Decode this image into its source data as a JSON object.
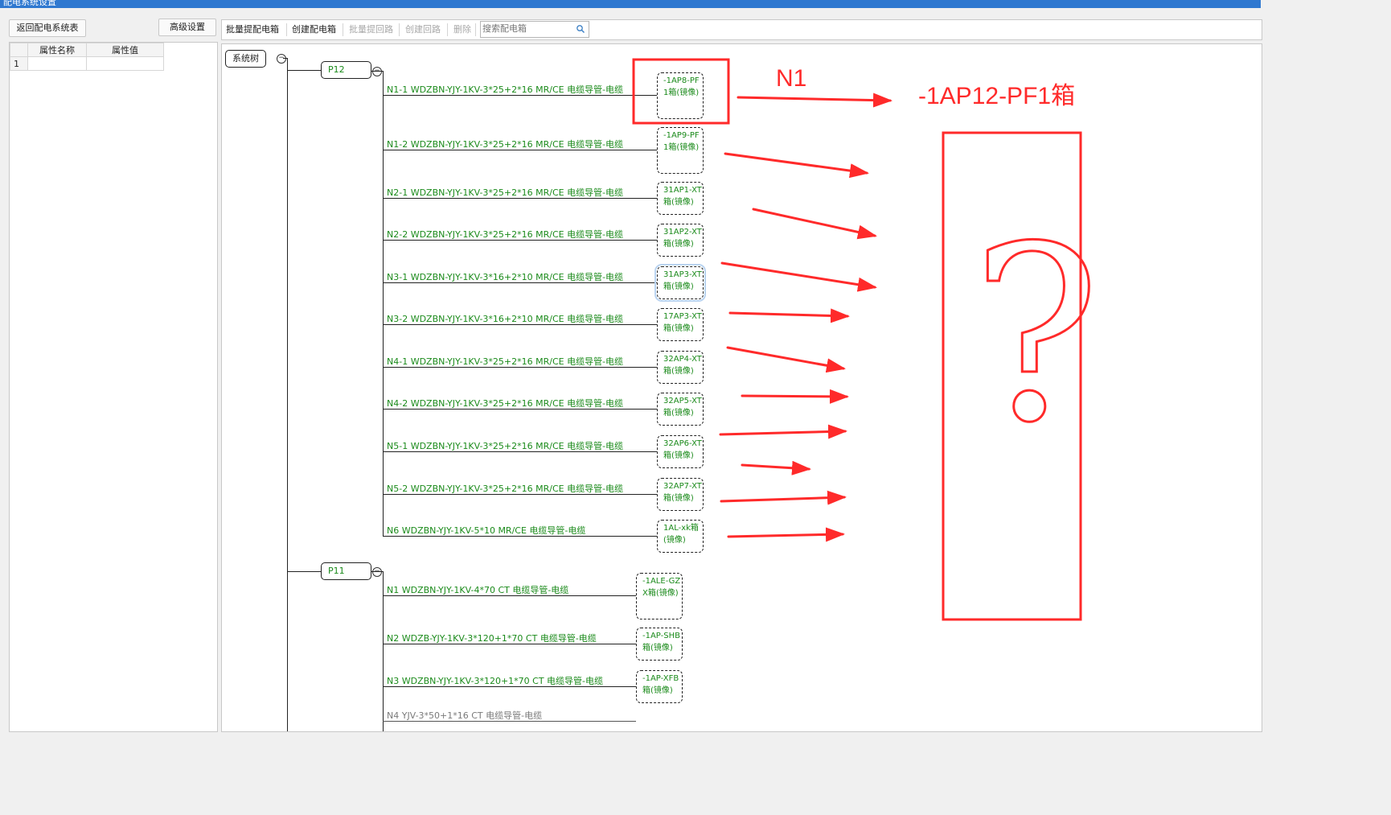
{
  "window": {
    "title": "配电系统设置"
  },
  "left": {
    "back_button": "返回配电系统表",
    "advanced_button": "高级设置",
    "grid": {
      "headers": [
        "属性名称",
        "属性值"
      ],
      "rows": [
        {
          "num": "1",
          "name": "",
          "value": ""
        }
      ]
    }
  },
  "toolbar": {
    "items": [
      "批量提配电箱",
      "创建配电箱",
      "批量提回路",
      "创建回路",
      "删除"
    ],
    "search_placeholder": "搜索配电箱"
  },
  "tree": {
    "root": "系统树",
    "groups": [
      {
        "name": "P12",
        "circuits": [
          {
            "label": "N1-1 WDZBN-YJY-1KV-3*25+2*16 MR/CE 电缆导管-电缆",
            "box": "-1AP8-PF1箱(镜像)"
          },
          {
            "label": "N1-2 WDZBN-YJY-1KV-3*25+2*16 MR/CE 电缆导管-电缆",
            "box": "-1AP9-PF1箱(镜像)"
          },
          {
            "label": "N2-1 WDZBN-YJY-1KV-3*25+2*16 MR/CE 电缆导管-电缆",
            "box": "31AP1-XT箱(镜像)"
          },
          {
            "label": "N2-2 WDZBN-YJY-1KV-3*25+2*16 MR/CE 电缆导管-电缆",
            "box": "31AP2-XT箱(镜像)"
          },
          {
            "label": "N3-1 WDZBN-YJY-1KV-3*16+2*10 MR/CE 电缆导管-电缆",
            "box": "31AP3-XT箱(镜像)"
          },
          {
            "label": "N3-2 WDZBN-YJY-1KV-3*16+2*10 MR/CE 电缆导管-电缆",
            "box": "17AP3-XT箱(镜像)"
          },
          {
            "label": "N4-1 WDZBN-YJY-1KV-3*25+2*16 MR/CE 电缆导管-电缆",
            "box": "32AP4-XT箱(镜像)"
          },
          {
            "label": "N4-2 WDZBN-YJY-1KV-3*25+2*16 MR/CE 电缆导管-电缆",
            "box": "32AP5-XT箱(镜像)"
          },
          {
            "label": "N5-1 WDZBN-YJY-1KV-3*25+2*16 MR/CE 电缆导管-电缆",
            "box": "32AP6-XT箱(镜像)"
          },
          {
            "label": "N5-2 WDZBN-YJY-1KV-3*25+2*16 MR/CE 电缆导管-电缆",
            "box": "32AP7-XT箱(镜像)"
          },
          {
            "label": "N6 WDZBN-YJY-1KV-5*10 MR/CE 电缆导管-电缆",
            "box": "1AL-xk箱(镜像)"
          }
        ]
      },
      {
        "name": "P11",
        "circuits": [
          {
            "label": "N1 WDZBN-YJY-1KV-4*70 CT 电缆导管-电缆",
            "box": "-1ALE-GZX箱(镜像)"
          },
          {
            "label": "N2 WDZB-YJY-1KV-3*120+1*70 CT 电缆导管-电缆",
            "box": "-1AP-SHB箱(镜像)"
          },
          {
            "label": "N3 WDZBN-YJY-1KV-3*120+1*70 CT 电缆导管-电缆",
            "box": "-1AP-XFB箱(镜像)"
          },
          {
            "label": "N4 YJV-3*50+1*16 CT 电缆导管-电缆",
            "box": ""
          }
        ]
      }
    ]
  },
  "annotations": {
    "n1_label": "N1",
    "target_label": "-1AP12-PF1箱",
    "question_mark": "?",
    "ink_color": "#ff2a2a"
  }
}
